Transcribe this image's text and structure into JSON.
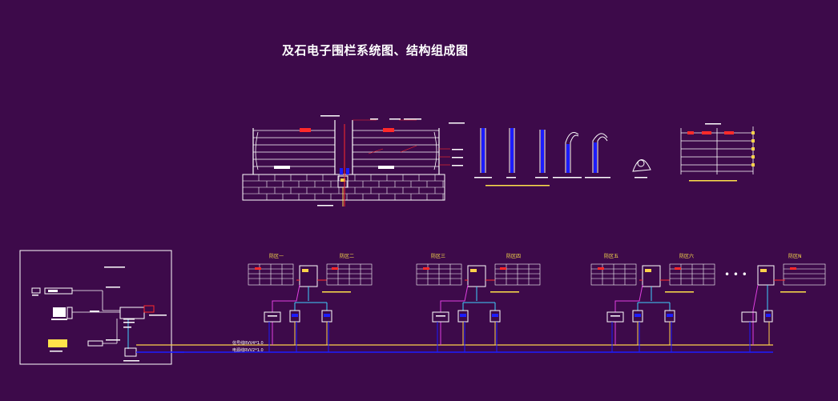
{
  "title": "及石电子围栏系统图、结构组成图",
  "colors": {
    "background": "#3d0a4a",
    "line_white": "#ffffff",
    "line_blue": "#1c1cff",
    "line_yellow": "#ffd24a",
    "line_magenta": "#e040e0",
    "line_cyan": "#3fd0ff",
    "accent_red": "#ff2a2a",
    "label_yellow": "#ffe24a"
  },
  "bus_labels": {
    "signal_bus": "信号线RVV4*1.0",
    "power_bus": "电源线RVV2*1.0"
  },
  "zones": [
    {
      "left": "防区一",
      "right": "防区二"
    },
    {
      "left": "防区三",
      "right": "防区四"
    },
    {
      "left": "防区五",
      "right": "防区六"
    },
    {
      "left": "",
      "right": "防区N"
    }
  ],
  "ellipsis": "• • •"
}
